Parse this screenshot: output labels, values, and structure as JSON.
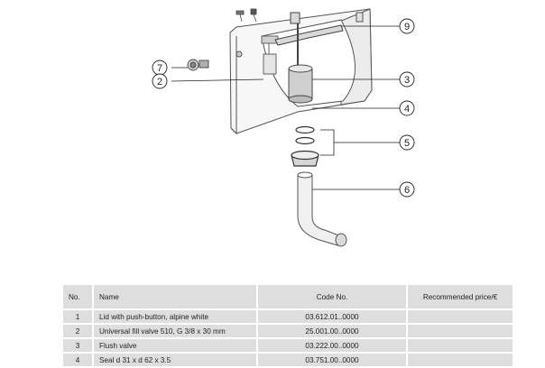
{
  "callouts": {
    "n9": "9",
    "n7": "7",
    "n2": "2",
    "n3": "3",
    "n4": "4",
    "n5": "5",
    "n6": "6"
  },
  "table": {
    "headers": {
      "no": "No.",
      "name": "Name",
      "code": "Code No.",
      "price": "Recommended price/€"
    },
    "rows": [
      {
        "no": "1",
        "name": "Lid with push-button, alpine white",
        "code": "03.612.01..0000",
        "price": ""
      },
      {
        "no": "2",
        "name": "Universal fill valve 510, G 3/8 x 30 mm",
        "code": "25.001.00..0000",
        "price": ""
      },
      {
        "no": "3",
        "name": "Flush valve",
        "code": "03.222.00..0000",
        "price": ""
      },
      {
        "no": "4",
        "name": "Seal d 31 x d 62 x 3.5",
        "code": "03.751.00..0000",
        "price": ""
      }
    ]
  }
}
